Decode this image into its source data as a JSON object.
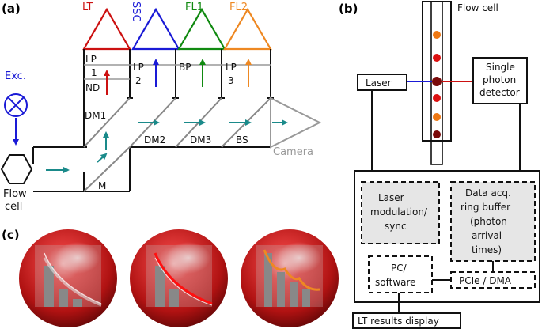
{
  "panels": {
    "a": "(a)",
    "b": "(b)",
    "c": "(c)"
  },
  "panel_a": {
    "detectors": [
      {
        "label": "LT",
        "color": "#cc1111"
      },
      {
        "label": "SSC",
        "color": "#1a1ad6"
      },
      {
        "label": "FL1",
        "color": "#118a11"
      },
      {
        "label": "FL2",
        "color": "#ee8822"
      }
    ],
    "filters": {
      "lp1_top": "LP",
      "lp1_num": "1",
      "nd": "ND",
      "lp2_top": "LP",
      "lp2_num": "2",
      "bp": "BP",
      "lp3_top": "LP",
      "lp3_num": "3"
    },
    "mirrors": {
      "dm1": "DM1",
      "dm2": "DM2",
      "dm3": "DM3",
      "bs": "BS",
      "m": "M"
    },
    "camera": "Camera",
    "excitation": "Exc.",
    "flow_cell": [
      "Flow",
      "cell"
    ],
    "colors": {
      "beam": "#1a8a8a",
      "excitation": "#1a1ad6",
      "camera": "#999999"
    }
  },
  "panel_b": {
    "flow_cell_label": "Flow cell",
    "laser": "Laser",
    "detector": [
      "Single",
      "photon",
      "detector"
    ],
    "laser_mod": [
      "Laser",
      "modulation/",
      "sync"
    ],
    "ring_buffer": [
      "Data acq.",
      "ring buffer",
      "(photon",
      "arrival",
      "times)"
    ],
    "pc": [
      "PC/",
      "software"
    ],
    "pcie": "PCIe / DMA",
    "results": "LT results display",
    "particle_colors": [
      "#ee7711",
      "#dd1111",
      "#7a0a0a",
      "#dd1111",
      "#ee7711",
      "#7a0a0a"
    ]
  }
}
